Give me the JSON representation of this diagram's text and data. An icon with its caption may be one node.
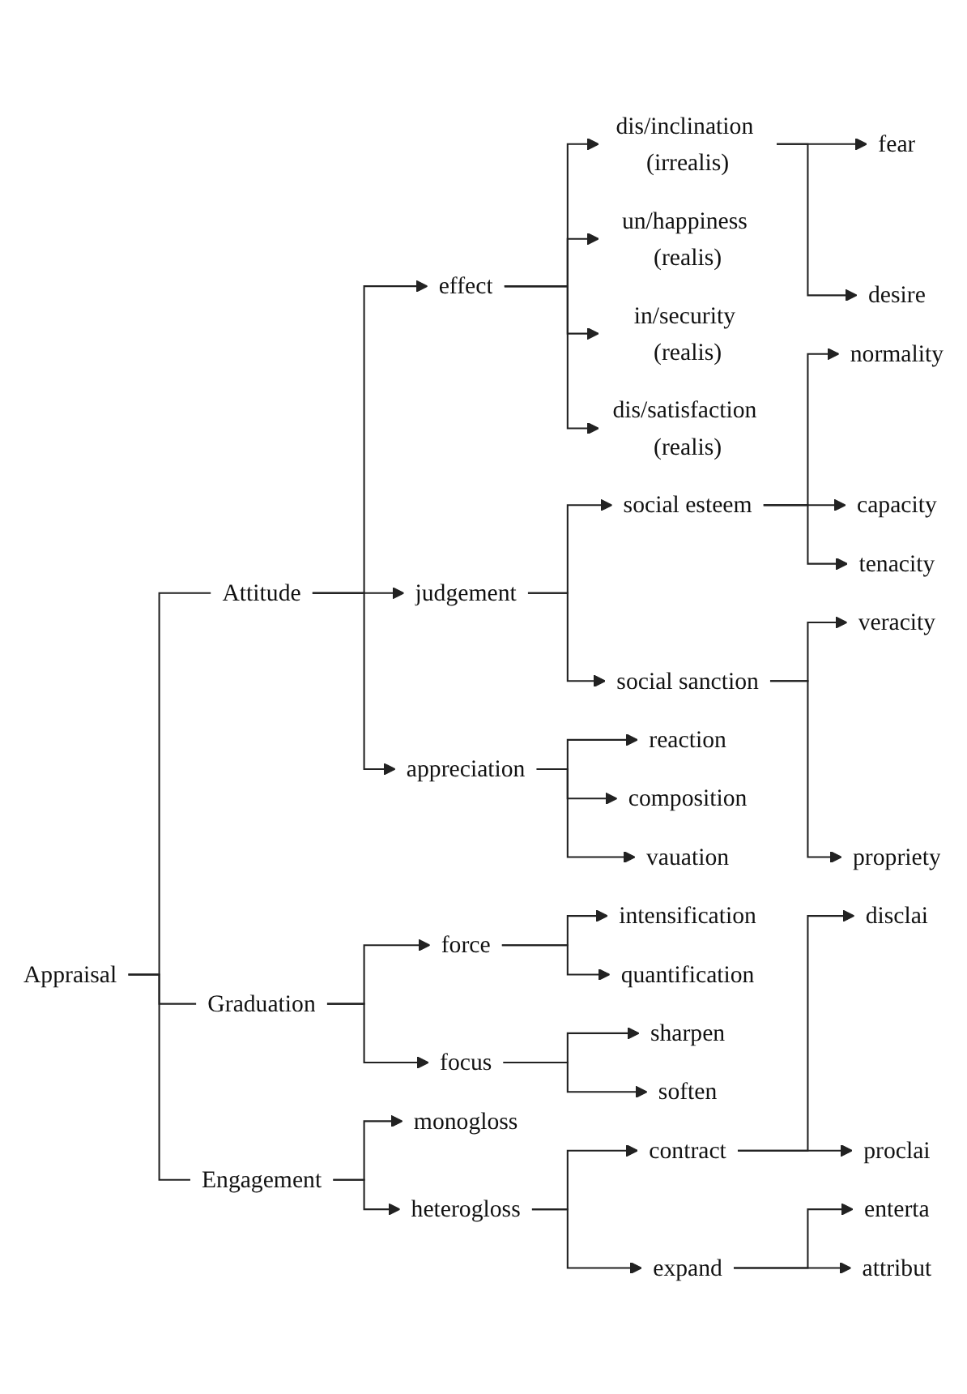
{
  "diagram": {
    "nodes": [
      {
        "text": [
          "Appraisal"
        ]
      },
      {
        "text": [
          "Attitude"
        ]
      },
      {
        "text": [
          "effect"
        ]
      },
      {
        "text": [
          "dis/inclination (irrealis)"
        ]
      },
      {
        "text": [
          "fear"
        ]
      },
      {
        "text": [
          "desire"
        ]
      },
      {
        "text": [
          "un/happiness (realis)"
        ]
      },
      {
        "text": [
          "in/security (realis)"
        ]
      },
      {
        "text": [
          "dis/satisfaction (realis)"
        ]
      },
      {
        "text": [
          "judgement"
        ]
      },
      {
        "text": [
          "social esteem"
        ]
      },
      {
        "text": [
          "normality"
        ]
      },
      {
        "text": [
          "capacity"
        ]
      },
      {
        "text": [
          "tenacity"
        ]
      },
      {
        "text": [
          "social sanction"
        ]
      },
      {
        "text": [
          "veracity"
        ]
      },
      {
        "text": [
          "propriety"
        ]
      },
      {
        "text": [
          "appreciation"
        ]
      },
      {
        "text": [
          "reaction"
        ]
      },
      {
        "text": [
          "composition"
        ]
      },
      {
        "text": [
          "vauation"
        ]
      },
      {
        "text": [
          "Graduation"
        ]
      },
      {
        "text": [
          "force"
        ]
      },
      {
        "text": [
          "intensification"
        ]
      },
      {
        "text": [
          "quantification"
        ]
      },
      {
        "text": [
          "focus"
        ]
      },
      {
        "text": [
          "sharpen"
        ]
      },
      {
        "text": [
          "soften"
        ]
      },
      {
        "text": [
          "Engagement"
        ]
      },
      {
        "text": [
          "monogloss"
        ]
      },
      {
        "text": [
          "heterogloss"
        ]
      },
      {
        "text": [
          "contract"
        ]
      },
      {
        "text": [
          "disclai"
        ]
      },
      {
        "text": [
          "proclai"
        ]
      },
      {
        "text": [
          "expand"
        ]
      },
      {
        "text": [
          "enterta"
        ]
      },
      {
        "text": [
          "attribut"
        ]
      }
    ],
    "edges": [
      {
        "from": 0,
        "to": 1,
        "arrow": "none"
      },
      {
        "from": 0,
        "to": 21,
        "arrow": "none"
      },
      {
        "from": 0,
        "to": 28,
        "arrow": "none"
      },
      {
        "from": 1,
        "to": 2,
        "arrow": "to"
      },
      {
        "from": 1,
        "to": 9,
        "arrow": "to"
      },
      {
        "from": 1,
        "to": 17,
        "arrow": "to"
      },
      {
        "from": 2,
        "to": 3,
        "arrow": "to"
      },
      {
        "from": 2,
        "to": 6,
        "arrow": "to"
      },
      {
        "from": 2,
        "to": 7,
        "arrow": "to"
      },
      {
        "from": 2,
        "to": 8,
        "arrow": "to"
      },
      {
        "from": 3,
        "to": 4,
        "arrow": "to"
      },
      {
        "from": 3,
        "to": 5,
        "arrow": "to"
      },
      {
        "from": 9,
        "to": 10,
        "arrow": "to"
      },
      {
        "from": 9,
        "to": 14,
        "arrow": "to"
      },
      {
        "from": 10,
        "to": 11,
        "arrow": "to"
      },
      {
        "from": 10,
        "to": 12,
        "arrow": "to"
      },
      {
        "from": 10,
        "to": 13,
        "arrow": "to"
      },
      {
        "from": 14,
        "to": 15,
        "arrow": "to"
      },
      {
        "from": 14,
        "to": 16,
        "arrow": "to"
      },
      {
        "from": 17,
        "to": 18,
        "arrow": "to"
      },
      {
        "from": 17,
        "to": 19,
        "arrow": "to"
      },
      {
        "from": 17,
        "to": 20,
        "arrow": "to"
      },
      {
        "from": 21,
        "to": 22,
        "arrow": "to"
      },
      {
        "from": 21,
        "to": 25,
        "arrow": "to"
      },
      {
        "from": 22,
        "to": 23,
        "arrow": "to"
      },
      {
        "from": 22,
        "to": 24,
        "arrow": "to"
      },
      {
        "from": 25,
        "to": 26,
        "arrow": "to"
      },
      {
        "from": 25,
        "to": 27,
        "arrow": "to"
      },
      {
        "from": 28,
        "to": 29,
        "arrow": "to"
      },
      {
        "from": 28,
        "to": 30,
        "arrow": "to"
      },
      {
        "from": 30,
        "to": 31,
        "arrow": "to"
      },
      {
        "from": 30,
        "to": 34,
        "arrow": "to"
      },
      {
        "from": 31,
        "to": 32,
        "arrow": "to"
      },
      {
        "from": 31,
        "to": 33,
        "arrow": "to"
      },
      {
        "from": 34,
        "to": 35,
        "arrow": "to"
      },
      {
        "from": 34,
        "to": 36,
        "arrow": "to"
      }
    ]
  }
}
